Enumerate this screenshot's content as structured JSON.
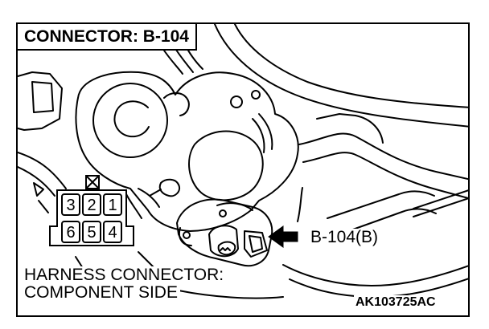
{
  "title": "CONNECTOR: B-104",
  "callout": "B-104(B)",
  "harness_label": {
    "line1": "HARNESS CONNECTOR:",
    "line2": "COMPONENT SIDE"
  },
  "figure_code": "AK103725AC",
  "connector": {
    "top_row_pins": [
      "3",
      "2",
      "1"
    ],
    "bottom_row_pins": [
      "6",
      "5",
      "4"
    ]
  }
}
